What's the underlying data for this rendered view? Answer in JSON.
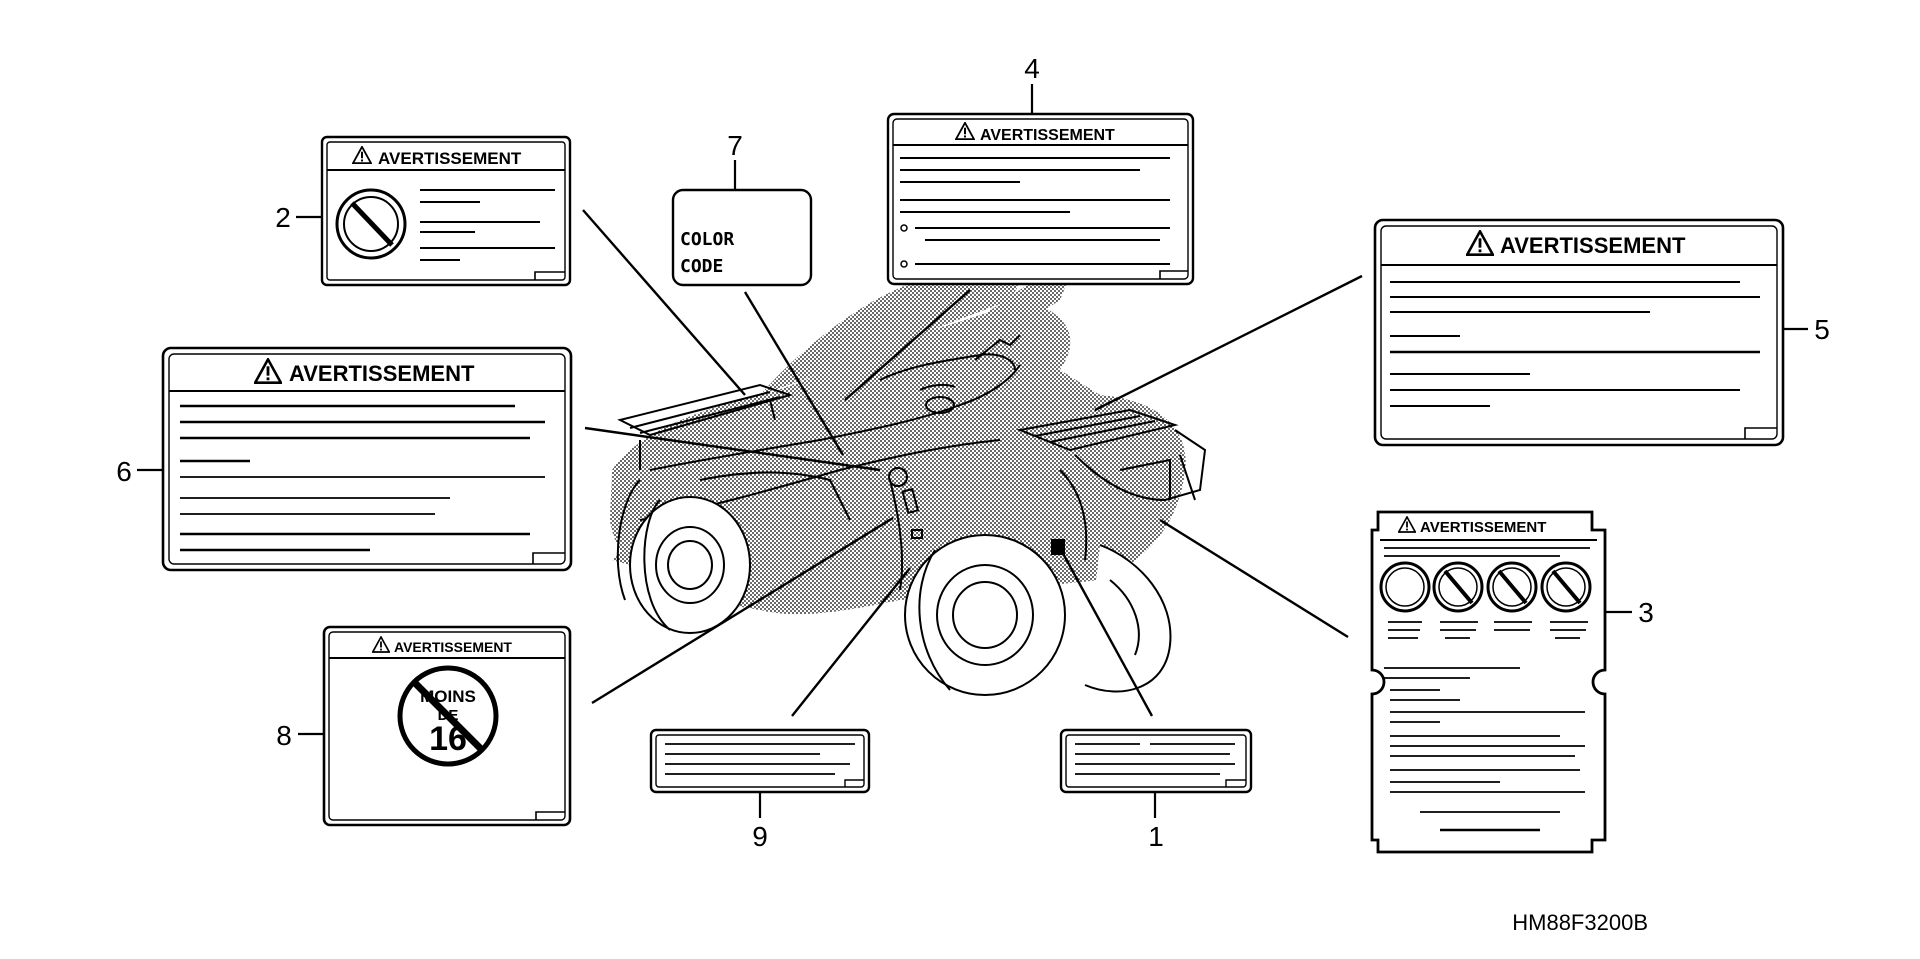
{
  "warning_label_text": "AVERTISSEMENT",
  "callouts": [
    "1",
    "2",
    "3",
    "4",
    "5",
    "6",
    "7",
    "8",
    "9"
  ],
  "color_code": {
    "line1": "COLOR",
    "line2": "CODE"
  },
  "age_badge": {
    "line1": "MOINS",
    "line2": "DE",
    "line3": "16"
  },
  "diagram_code": "HM88F3200B"
}
